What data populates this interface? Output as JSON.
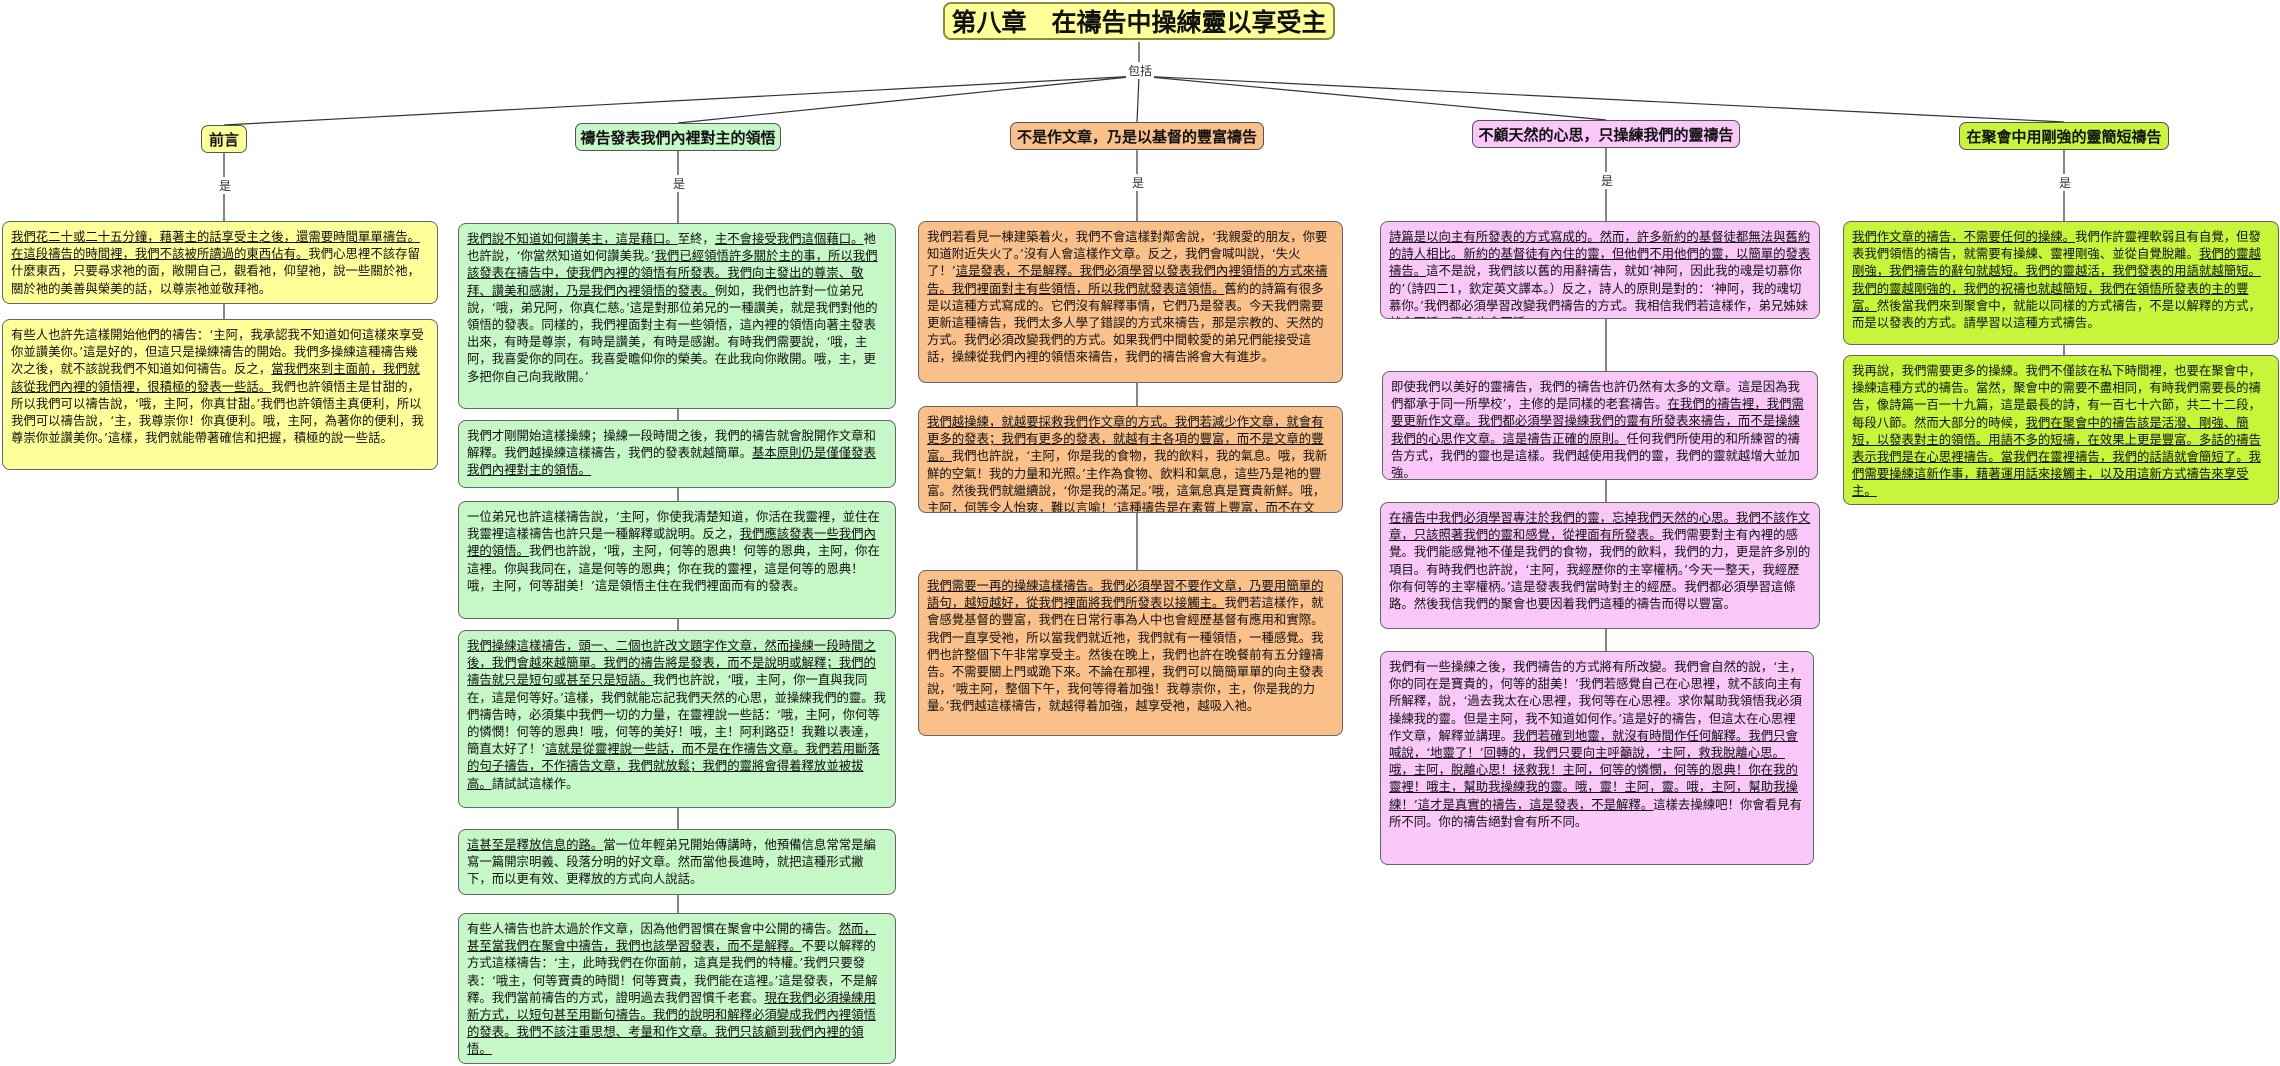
{
  "title": "第八章　在禱告中操練靈以享受主",
  "root_relation": "包括",
  "branch_relation": "是",
  "colors": {
    "title": "#ffff99",
    "c1": "#ffff99",
    "c2": "#c6f7c6",
    "c3": "#f9c08a",
    "c4": "#f9c8f9",
    "c5": "#c6f53a"
  },
  "branches": [
    {
      "label": "前言",
      "notes": [
        [
          {
            "t": "我們花二十或二十五分鐘，藉著主的話享受主之後，還需要時間單單禱告。在這段禱告的時間裡，我們不該被所讀過的東西佔有。",
            "u": true
          },
          {
            "t": "我們心思裡不該存留什麼東西，只要尋求祂的面，敞開自己，觀看祂，仰望祂，說一些關於祂，關於祂的美善與榮美的話，以尊崇祂並敬拜祂。",
            "u": false
          }
        ],
        [
          {
            "t": "有些人也許先這樣開始他們的禱告：‘主阿，我承認我不知道如何這樣來享受你並讚美你。’這是好的，但這只是操練禱告的開始。我們多操練這種禱告幾次之後，就不該說我們不知道如何禱告。反之，",
            "u": false
          },
          {
            "t": "當我們來到主面前，我們就該從我們內裡的領悟裡，很積極的發表一些話。",
            "u": true
          },
          {
            "t": "我們也許領悟主是甘甜的，所以我們可以禱告說，‘哦，主阿，你真甘甜。’我們也許領悟主真便利，所以我們可以禱告說，‘主，我尊崇你！你真便利。哦，主阿，為著你的便利，我尊崇你並讚美你。’這樣，我們就能帶著確信和把握，積極的說一些話。",
            "u": false
          }
        ]
      ]
    },
    {
      "label": "禱告發表我們內裡對主的領悟",
      "notes": [
        [
          {
            "t": "我們說不知道如何讚美主，這是藉口。",
            "u": true
          },
          {
            "t": "至終，",
            "u": false
          },
          {
            "t": "主不會接受我們這個藉口。",
            "u": true
          },
          {
            "t": "祂也許說，‘你當然知道如何讚美我。’",
            "u": false
          },
          {
            "t": "我們已經領悟許多關於主的事，所以我們該發表在禱告中，使我們內裡的領悟有所發表。我們向主發出的尊崇、敬拜、讚美和感謝，乃是我們內裡領悟的發表。",
            "u": true
          },
          {
            "t": "例如，我們也許對一位弟兄說，‘哦，弟兄阿，你真仁慈。’這是對那位弟兄的一種讚美，就是我們對他的領悟的發表。同樣的，我們裡面對主有一些領悟，這內裡的領悟向著主發表出來，有時是尊崇，有時是讚美，有時是感謝。有時我們需要說，‘哦，主阿，我喜愛你的同在。我喜愛瞻仰你的榮美。在此我向你敞開。哦，主，更多把你自己向我敞開。’",
            "u": false
          }
        ],
        [
          {
            "t": "我們才剛開始這樣操練；操練一段時間之後，我們的禱告就會脫開作文章和解釋。我們越操練這樣禱告，我們的發表就越簡單。",
            "u": false
          },
          {
            "t": "基本原則仍是僅僅發表我們內裡對主的領悟。",
            "u": true
          }
        ],
        [
          {
            "t": "一位弟兄也許這樣禱告說，‘主阿，你使我清楚知道，你活在我靈裡，並住在我靈裡這樣禱告也許只是一種解釋或說明。反之，",
            "u": false
          },
          {
            "t": "我們應該發表一些我們內裡的領悟。",
            "u": true
          },
          {
            "t": "我們也許說，‘哦，主阿，何等的恩典！何等的恩典，主阿，你在這裡。你與我同在，這是何等的恩典；你在我的靈裡，這是何等的恩典！哦，主阿，何等甜美！’這是領悟主住在我們裡面而有的發表。",
            "u": false
          }
        ],
        [
          {
            "t": "我們操練這樣禱告，頭一、二個也許改文題字作文章，然而操練一段時間之後，我們會越來越簡單。我們的禱告將是發表，而不是說明或解釋；我們的禱告就只是短句或甚至只是短語。",
            "u": true
          },
          {
            "t": "我們也許說，‘哦，主阿，你一直與我同在，這是何等好。’這樣，我們就能忘記我們天然的心思，並操練我們的靈。我們禱告時，必須集中我們一切的力量，在靈裡說一些話：‘哦，主阿，你何等的憐憫！何等的恩典！哦，何等的美好！哦，主！阿利路亞！我難以表達，簡直太好了！’",
            "u": false
          },
          {
            "t": "這就是從靈裡說一些話，而不是在作禱告文章。我們若用斷落的句子禱告，不作禱告文章，我們就放鬆；我們的靈將會得着釋放並被拔高。",
            "u": true
          },
          {
            "t": "請試試這樣作。",
            "u": false
          }
        ],
        [
          {
            "t": "這甚至是釋放信息的路。",
            "u": true
          },
          {
            "t": "當一位年輕弟兄開始傳講時，他預備信息常常是編寫一篇開宗明義、段落分明的好文章。然而當他長進時，就把這種形式撇下，而以更有效、更釋放的方式向人說話。",
            "u": false
          }
        ],
        [
          {
            "t": "有些人禱告也許太過於作文章，因為他們習慣在聚會中公開的禱告。",
            "u": false
          },
          {
            "t": "然而，甚至當我們在聚會中禱告，我們也該學習發表，而不是解釋。",
            "u": true
          },
          {
            "t": "不要以解釋的方式這樣禱告：‘主，此時我們在你面前，這真是我們的特權。’我們只要發表：‘哦主，何等寶貴的時間！何等寶貴，我們能在這裡。’這是發表，不是解釋。我們當前禱告的方式，證明過去我們習慣千老套。",
            "u": false
          },
          {
            "t": "現在我們必須操練用新方式，以短句甚至用斷句禱告。我們的說明和解釋必須變成我們內裡領悟的發表。我們不該注重思想、考量和作文章。我們只該顧到我們內裡的領悟。",
            "u": true
          }
        ]
      ]
    },
    {
      "label": "不是作文章，乃是以基督的豐富禱告",
      "notes": [
        [
          {
            "t": "我們若看見一棟建築着火，我們不會這樣對鄰舍說，‘我親愛的朋友，你要知道附近失火了。’沒有人會這樣作文章。反之，我們會喊叫說，‘失火了！’",
            "u": false
          },
          {
            "t": "這是發表，不是解釋。我們必須學習以發表我們內裡領悟的方式來禱告。我們裡面對主有些領悟，所以我們就發表這領悟。",
            "u": true
          },
          {
            "t": "舊約的詩篇有很多是以這種方式寫成的。它們沒有解釋事情，它們乃是發表。今天我們需要更新這種禱告，我們太多人學了錯誤的方式來禱告，那是宗教的、天然的方式。我們必須改變我們的方式。如果我們中間較愛的弟兄們能接受這話，操練從我們內裡的領悟來禱告，我們的禱告將會大有進步。",
            "u": false
          }
        ],
        [
          {
            "t": "我們越操練，就越要採救我們作文章的方式。我們若減少作文章，就會有更多的發表；我們有更多的發表，就越有主各項的豐富，而不是文章的豐富。",
            "u": true
          },
          {
            "t": "我們也許說，‘主阿，你是我的食物，我的飲料，我的氣息。哦，我新鮮的空氣！我的力量和光照。’主作為食物、飲料和氣息，這些乃是祂的豐富。然後我們就繼續說，‘你是我的滿足。’哦，這氣息真是寶貴新鮮。哦，主阿，何等令人怡爽，難以言喻！’這種禱告是在素質上豐富，而不在文章、句子、語辭和用字上豐富。我們越這樣禱告，就越吸入主。",
            "u": false
          }
        ],
        [
          {
            "t": "我們需要一再的操練這樣禱告。我們必須學習不要作文章，乃要用簡單的語句，越短越好，從我們裡面將我們所發表以接觸主。",
            "u": true
          },
          {
            "t": "我們若這樣作，就會感覺基督的豐富，我們在日常行事為人中也會經歷基督有應用和實際。我們一直享受祂，所以當我們就近祂，我們就有一種領悟，一種感覺。我們也許整個下午非常享受主。然後在晚上，我們也許在晚餐前有五分鐘禱告。不需要關上門或跪下來。不論在那裡，我們可以簡簡單單的向主發表說，‘哦主阿，整個下午，我何等得着加強！我尊崇你，主，你是我的力量。’我們越這樣禱告，就越得着加強，越享受祂，越吸入祂。",
            "u": false
          }
        ]
      ]
    },
    {
      "label": "不顧天然的心思，只操練我們的靈禱告",
      "notes": [
        [
          {
            "t": "詩篇是以向主有所發表的方式寫成的。然而，許多新約的基督徒都無法與舊約的詩人相比。新約的基督徒有內住的靈，但他們不用他們的靈，以簡單的發表禱告。",
            "u": true
          },
          {
            "t": "這不是說，我們該以舊的用辭禱告，就如‘神阿，因此我的魂是切慕你的’（詩四二1，欽定英文譯本。）反之，詩人的原則是對的：‘神阿，我的魂切慕你。’我們都必須學習改變我們禱告的方式。我相信我們若這樣作，弟兄姊妹就會更活，聚會也會更活。",
            "u": false
          }
        ],
        [
          {
            "t": "即使我們以美好的靈禱告，我們的禱告也許仍然有太多的文章。這是因為我們都承于同一所學校’，主修的是同樣的老套禱告。",
            "u": false
          },
          {
            "t": "在我們的禱告裡，我們需要更新作文章。我們都必須學習操練我們的靈有所發表來禱告，而不是操練我們的心思作文章。這是禱告正確的原則。",
            "u": true
          },
          {
            "t": "任何我們所使用的和所練習的禱告方式，我們的靈也是這樣。我們越使用我們的靈，我們的靈就越增大並加強。",
            "u": false
          }
        ],
        [
          {
            "t": "在禱告中我們必須學習專注於我們的靈，忘掉我們天然的心思。我們不該作文章，只該照著我們的靈和感覺，從裡面有所發表。",
            "u": true
          },
          {
            "t": "我們需要對主有內裡的感覺。我們能感覺祂不僅是我們的食物，我們的飲料，我們的力，更是許多別的項目。有時我們也許說，‘主阿，我經歷你的主宰權柄。’今天一整天，我經歷你有何等的主宰權柄。’這是發表我們當時對主的經歷。我們都必須學習這條路。然後我信我們的聚會也要因着我們這種的禱告而得以豐富。",
            "u": false
          }
        ],
        [
          {
            "t": "我們有一些操練之後，我們禱告的方式將有所改變。我們會自然的說，‘主，你的同在是寶貴的，何等的甜美！’我們若感覺自己在心思裡，就不該向主有所解釋，說，‘過去我太在心思裡，我何等在心思裡。求你幫助我領悟我必須操練我的靈。但是主阿，我不知道如何作。’這是好的禱告，但這太在心思裡作文章，解釋並講理。",
            "u": false
          },
          {
            "t": "我們若確到地靈，就沒有時間作任何解釋。我們只會喊說，‘地靈了！’回轉的，我們只要向主呼籲說，‘主阿，救我脫離心思。哦，主阿，脫離心思！拯救我！主阿，何等的憐憫，何等的恩典！你在我的靈裡！哦主，幫助我操練我的靈。哦，靈！主阿，靈。哦，主阿，幫助我操練！’這才是真實的禱告，這是發表，不是解釋。",
            "u": true
          },
          {
            "t": "這樣去操練吧！你會看見有所不同。你的禱告絕對會有所不同。",
            "u": false
          }
        ]
      ]
    },
    {
      "label": "在聚會中用剛強的靈簡短禱告",
      "notes": [
        [
          {
            "t": "我們作文章的禱告，不需要任何的操練。",
            "u": true
          },
          {
            "t": "我們作許靈裡軟弱且有自覺，但發表我們領悟的禱告，就需要有操練、靈裡剛強、並從自覺脫離。",
            "u": false
          },
          {
            "t": "我們的靈越剛強，我們禱告的辭句就越短。我們的靈越活，我們發表的用語就越簡短。我們的靈越剛強的，我們的祝禱也就越簡短，我們在領悟所發表的主的豐富。",
            "u": true
          },
          {
            "t": "然後當我們來到聚會中，就能以同樣的方式禱告，不是以解釋的方式，而是以發表的方式。請學習以這種方式禱告。",
            "u": false
          }
        ],
        [
          {
            "t": "我再說，我們需要更多的操練。我們不僅該在私下時間裡，也要在聚會中，操練這種方式的禱告。當然，聚會中的需要不盡相同，有時我們需要長的禱告，像詩篇一百一十九篇，這是最長的詩，有一百七十六節，共二十二段，每段八節。然而大部分的時候，",
            "u": false
          },
          {
            "t": "我們在聚會中的禱告該是活潑、剛強、簡短，以發表對主的領悟。用語不多的短禱，在效果上更是豐富。多話的禱告表示我們是在心思裡禱告。當我們在靈裡禱告，我們的話語就會簡短了。我們需要操練這新作事，藉著運用話來接觸主，以及用這新方式禱告來享受主。",
            "u": true
          }
        ]
      ]
    }
  ]
}
